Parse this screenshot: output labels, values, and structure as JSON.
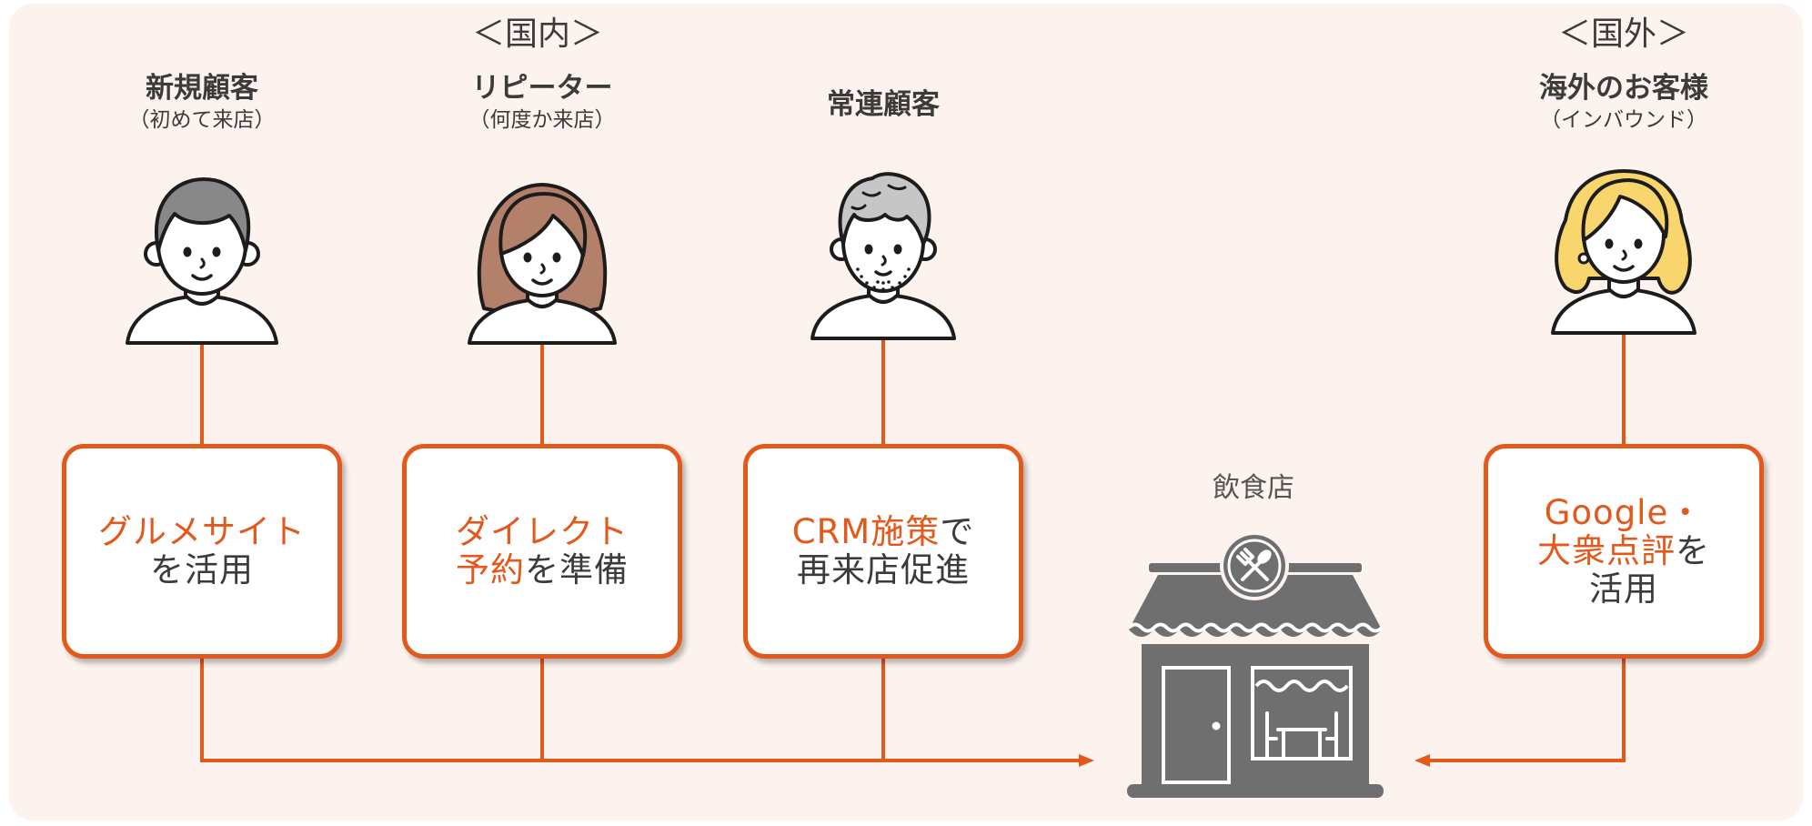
{
  "headers": {
    "domestic": "＜国内＞",
    "overseas": "＜国外＞"
  },
  "customers": [
    {
      "title": "新規顧客",
      "subtitle": "（初めて来店）",
      "strategy": [
        [
          {
            "text": "グルメサイト",
            "accent": true
          }
        ],
        [
          {
            "text": "を活用",
            "accent": false
          }
        ]
      ]
    },
    {
      "title": "リピーター",
      "subtitle": "（何度か来店）",
      "strategy": [
        [
          {
            "text": "ダイレクト",
            "accent": true
          }
        ],
        [
          {
            "text": "予約",
            "accent": true
          },
          {
            "text": "を準備",
            "accent": false
          }
        ]
      ]
    },
    {
      "title": "常連顧客",
      "strategy": [
        [
          {
            "text": "CRM施策",
            "accent": true
          },
          {
            "text": "で",
            "accent": false
          }
        ],
        [
          {
            "text": "再来店促進",
            "accent": false
          }
        ]
      ]
    },
    {
      "title": "海外のお客様",
      "subtitle": "（インバウンド）",
      "strategy": [
        [
          {
            "text": "Google・",
            "accent": true
          }
        ],
        [
          {
            "text": "大衆点評",
            "accent": true
          },
          {
            "text": "を",
            "accent": false
          }
        ],
        [
          {
            "text": "活用",
            "accent": false
          }
        ]
      ]
    }
  ],
  "restaurant": {
    "label": "飲食店",
    "icon": "storefront-icon"
  },
  "colors": {
    "accent": "#e2591b",
    "text": "#3b3b3b",
    "panel": "#fdf3ee",
    "icon": "#6f6f6f"
  }
}
